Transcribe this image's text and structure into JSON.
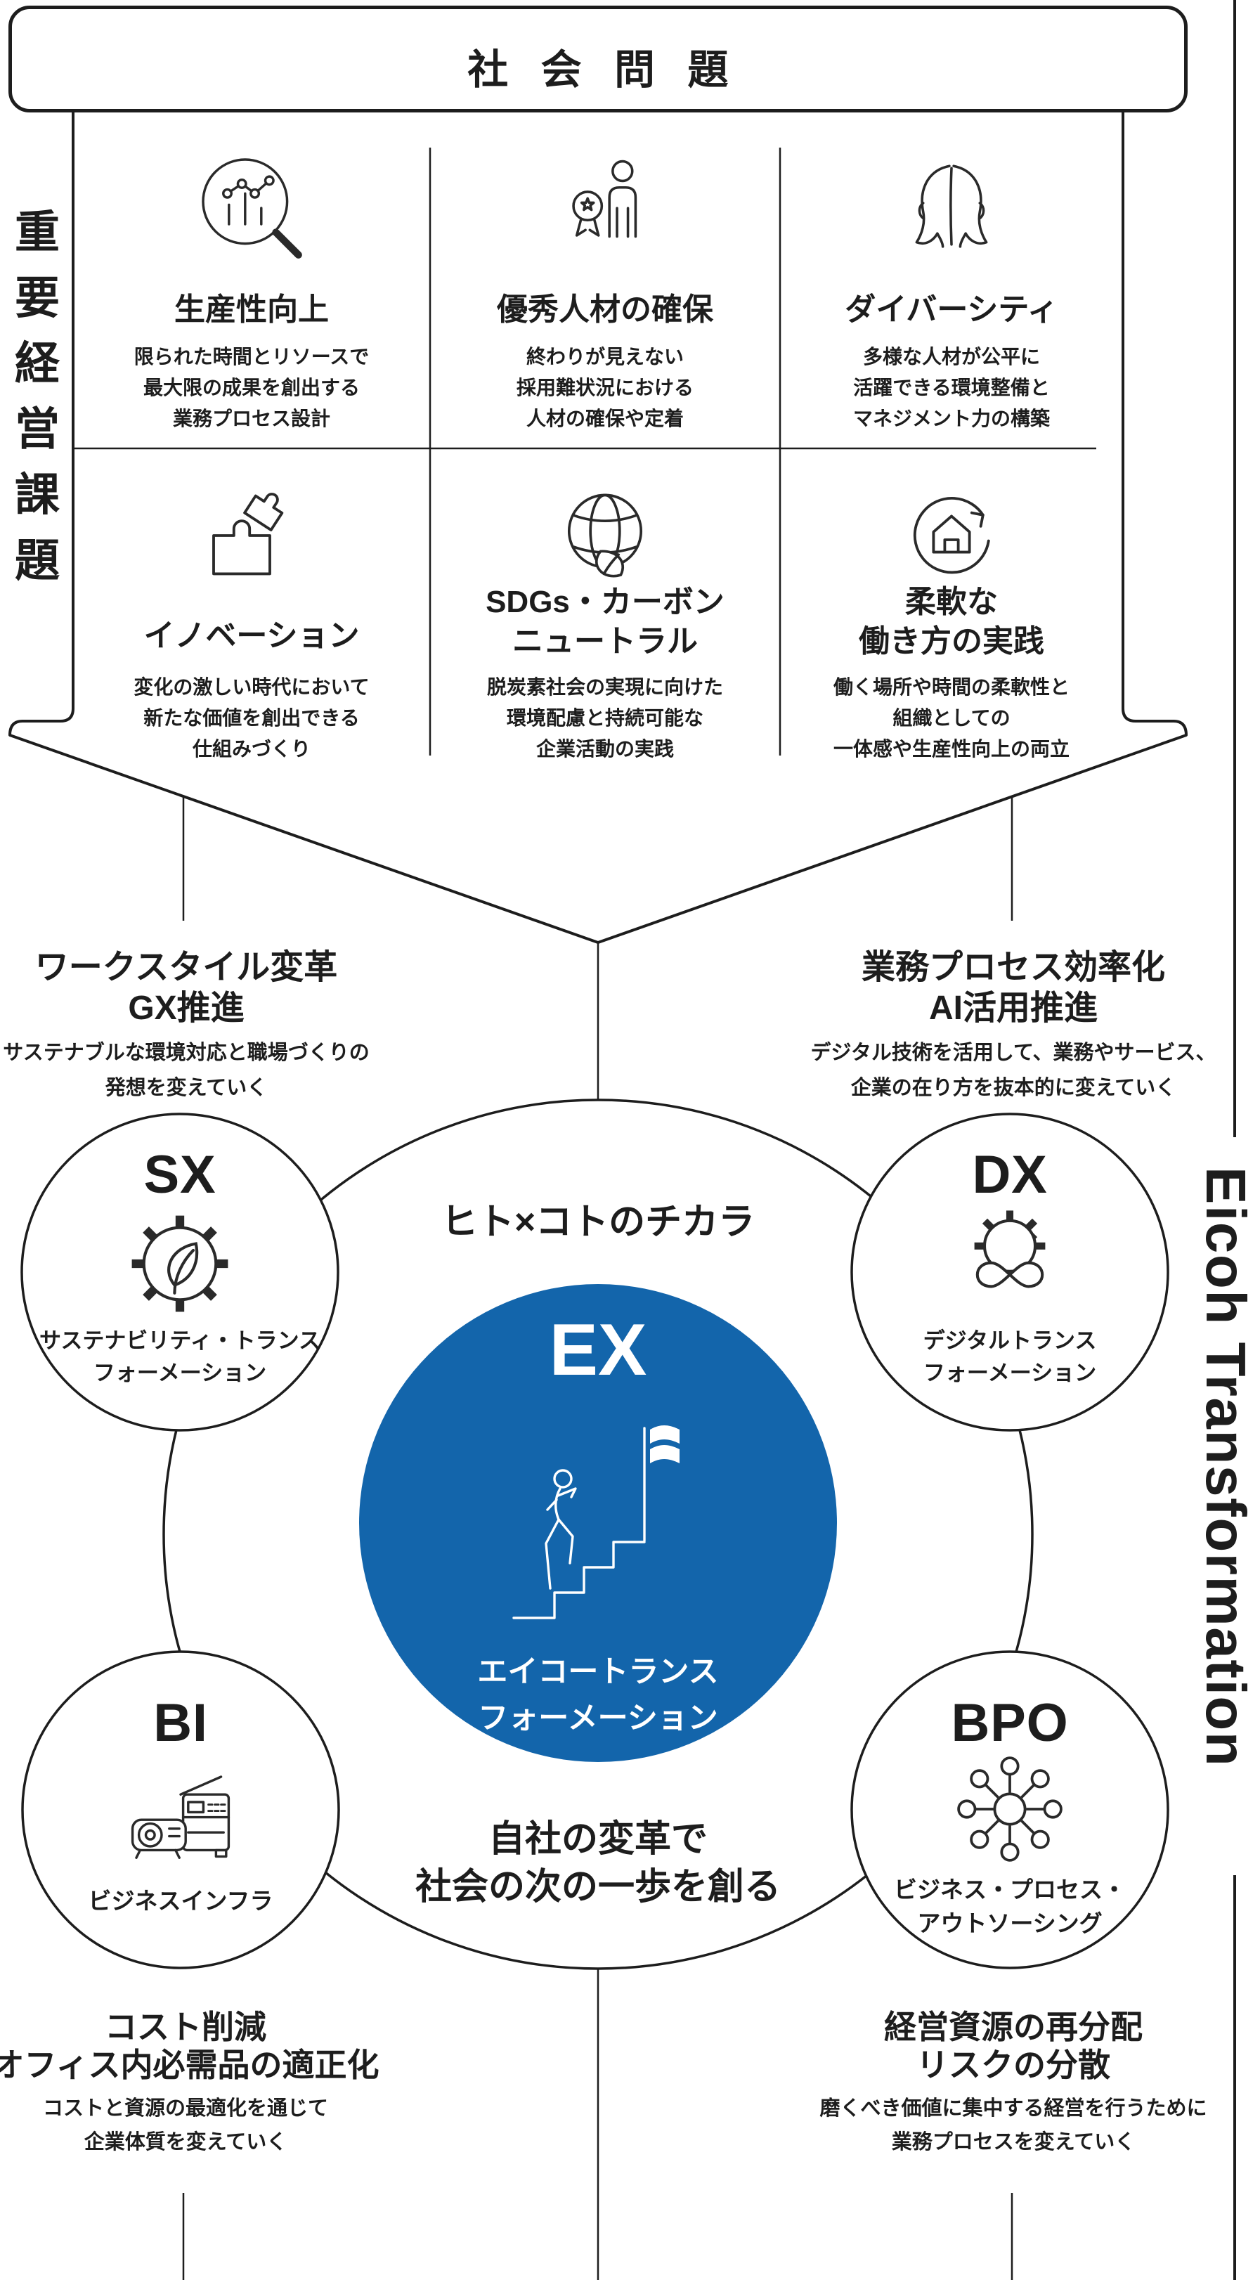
{
  "colors": {
    "accent_blue": "#1365ab",
    "ink": "#1d1d1d"
  },
  "header": {
    "title": "社会問題"
  },
  "left_axis_label": "重要経営課題",
  "right_axis_label": "Eicoh Transformation",
  "issues": [
    {
      "icon": "productivity-magnifier-chart-icon",
      "title_lines": [
        "生産性向上"
      ],
      "body_lines": [
        "限られた時間とリソースで",
        "最大限の成果を創出する",
        "業務プロセス設計"
      ]
    },
    {
      "icon": "talent-award-person-icon",
      "title_lines": [
        "優秀人材の確保"
      ],
      "body_lines": [
        "終わりが見えない",
        "採用難状況における",
        "人材の確保や定着"
      ]
    },
    {
      "icon": "diversity-two-profiles-icon",
      "title_lines": [
        "ダイバーシティ"
      ],
      "body_lines": [
        "多様な人材が公平に",
        "活躍できる環境整備と",
        "マネジメント力の構築"
      ]
    },
    {
      "icon": "innovation-puzzle-icon",
      "title_lines": [
        "イノベーション"
      ],
      "body_lines": [
        "変化の激しい時代において",
        "新たな価値を創出できる",
        "仕組みづくり"
      ]
    },
    {
      "icon": "sdgs-globe-leaf-icon",
      "title_lines": [
        "SDGs・カーボン",
        "ニュートラル"
      ],
      "body_lines": [
        "脱炭素社会の実現に向けた",
        "環境配慮と持続可能な",
        "企業活動の実践"
      ]
    },
    {
      "icon": "flexible-work-home-cycle-icon",
      "title_lines": [
        "柔軟な",
        "働き方の実践"
      ],
      "body_lines": [
        "働く場所や時間の柔軟性と",
        "組織としての",
        "一体感や生産性向上の両立"
      ]
    }
  ],
  "bridges": {
    "left": {
      "heading_lines": [
        "ワークスタイル変革",
        "GX推進"
      ],
      "body_lines": [
        "サステナブルな環境対応と職場づくりの",
        "発想を変えていく"
      ]
    },
    "right": {
      "heading_lines": [
        "業務プロセス効率化",
        "AI活用推進"
      ],
      "body_lines": [
        "デジタル技術を活用して、業務やサービス、",
        "企業の在り方を抜本的に変えていく"
      ]
    }
  },
  "core": {
    "tagline_top": "ヒト×コトのチカラ",
    "ex": {
      "label": "EX",
      "icon": "person-climbing-stairs-flag-icon",
      "sub_lines": [
        "エイコートランス",
        "フォーメーション"
      ]
    },
    "tagline_bottom_lines": [
      "自社の変革で",
      "社会の次の一歩を創る"
    ],
    "sx": {
      "label": "SX",
      "icon": "gear-leaf-icon",
      "sub_lines": [
        "サステナビリティ・トランス",
        "フォーメーション"
      ]
    },
    "dx": {
      "label": "DX",
      "icon": "gear-infinity-icon",
      "sub_lines": [
        "デジタルトランス",
        "フォーメーション"
      ]
    },
    "bi": {
      "label": "BI",
      "icon": "copier-projector-icon",
      "sub_lines": [
        "ビジネスインフラ"
      ]
    },
    "bpo": {
      "label": "BPO",
      "icon": "network-hub-icon",
      "sub_lines": [
        "ビジネス・プロセス・",
        "アウトソーシング"
      ]
    }
  },
  "outcomes": {
    "left": {
      "heading_lines": [
        "コスト削減",
        "オフィス内必需品の適正化"
      ],
      "body_lines": [
        "コストと資源の最適化を通じて",
        "企業体質を変えていく"
      ]
    },
    "right": {
      "heading_lines": [
        "経営資源の再分配",
        "リスクの分散"
      ],
      "body_lines": [
        "磨くべき価値に集中する経営を行うために",
        "業務プロセスを変えていく"
      ]
    }
  }
}
